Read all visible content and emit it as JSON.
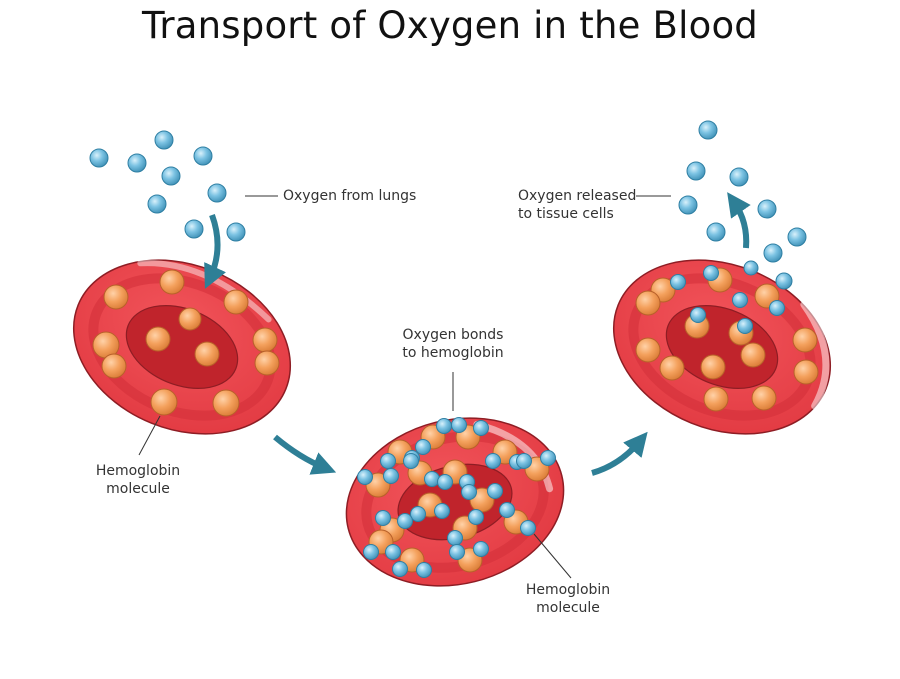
{
  "title": "Transport of Oxygen in the Blood",
  "labels": {
    "oxygen_from_lungs": "Oxygen from lungs",
    "oxygen_released_line1": "Oxygen released",
    "oxygen_released_line2": "to tissue cells",
    "oxygen_bonds_line1": "Oxygen bonds",
    "oxygen_bonds_line2": "to hemoglobin",
    "hemoglobin_left_line1": "Hemoglobin",
    "hemoglobin_left_line2": "molecule",
    "hemoglobin_right_line1": "Hemoglobin",
    "hemoglobin_right_line2": "molecule"
  },
  "colors": {
    "cell_outer": "#e8434a",
    "cell_rim": "#c92a32",
    "cell_core": "#c0242c",
    "hemoglobin": "#f4a15d",
    "oxygen": "#7cc3e3",
    "arrow": "#2e7f96"
  }
}
